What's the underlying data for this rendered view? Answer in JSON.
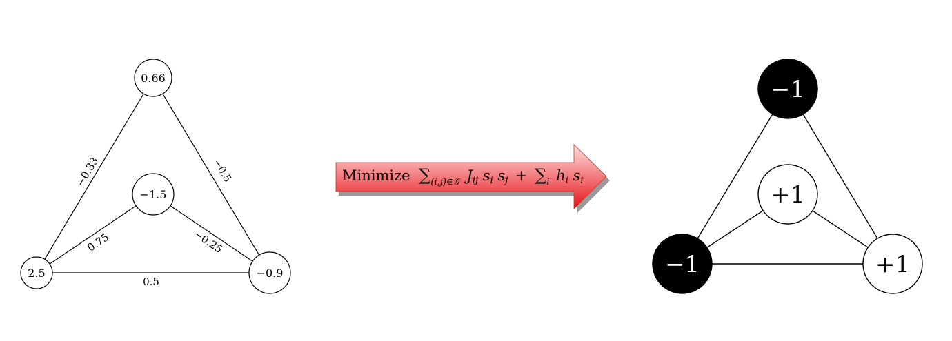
{
  "left_graph": {
    "nodes": [
      {
        "id": "top",
        "value": "0.66"
      },
      {
        "id": "center",
        "value": "−1.5"
      },
      {
        "id": "left",
        "value": "2.5"
      },
      {
        "id": "right",
        "value": "−0.9"
      }
    ],
    "edges": [
      {
        "id": "left-top",
        "weight": "−0.33"
      },
      {
        "id": "top-right",
        "weight": "−0.5"
      },
      {
        "id": "left-center",
        "weight": "0.75"
      },
      {
        "id": "center-right",
        "weight": "−0.25"
      },
      {
        "id": "left-right",
        "weight": "0.5"
      }
    ]
  },
  "arrow": {
    "verb": "Minimize",
    "sum1": "∑",
    "sub1": "(i,j)∈𝒢",
    "term1": "J",
    "term1_sub": "ij",
    "term1_rest": "s",
    "s_i": "i",
    "s2": "s",
    "s_j": "j",
    "plus": "+",
    "sum2": "∑",
    "sub2": "i",
    "term2": "h",
    "term2_sub": "i",
    "term2_s": "s",
    "term2_ssub": "i"
  },
  "right_graph": {
    "nodes": [
      {
        "id": "top",
        "spin": "−1",
        "fill": "#000000"
      },
      {
        "id": "center",
        "spin": "+1",
        "fill": "#ffffff"
      },
      {
        "id": "left",
        "spin": "−1",
        "fill": "#000000"
      },
      {
        "id": "right",
        "spin": "+1",
        "fill": "#ffffff"
      }
    ]
  },
  "colors": {
    "arrow_top": "#fde0e0",
    "arrow_bottom": "#e8141a",
    "arrow_shadow": "#9a9a9a"
  }
}
